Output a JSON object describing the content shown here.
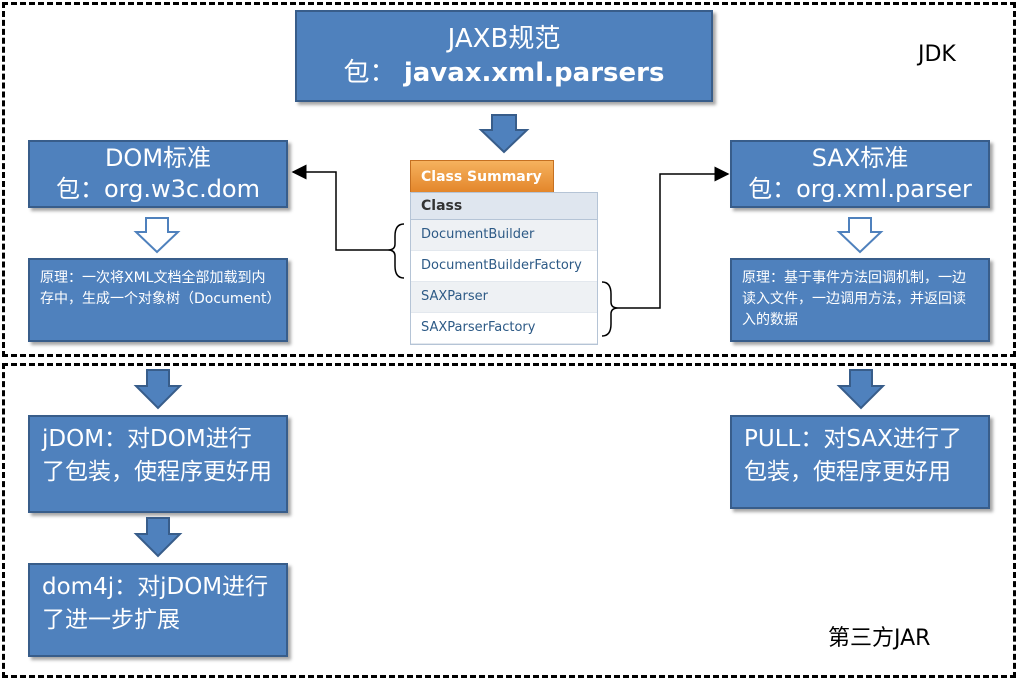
{
  "regions": {
    "jdk_label": "JDK",
    "third_party_label": "第三方JAR"
  },
  "jaxb": {
    "line1": "JAXB规范",
    "line2_prefix": "包：",
    "line2_pkg": "javax.xml.parsers"
  },
  "dom": {
    "line1": "DOM标准",
    "line2": "包：org.w3c.dom",
    "principle": "原理：一次将XML文档全部加载到内存中，生成一个对象树（Document）"
  },
  "sax": {
    "line1": "SAX标准",
    "line2": "包：org.xml.parser",
    "principle": "原理：基于事件方法回调机制，一边读入文件，一边调用方法，并返回读入的数据"
  },
  "class_summary": {
    "tab": "Class Summary",
    "header": "Class",
    "rows": [
      "DocumentBuilder",
      "DocumentBuilderFactory",
      "SAXParser",
      "SAXParserFactory"
    ]
  },
  "jdom": {
    "text": "jDOM：对DOM进行了包装，使程序更好用"
  },
  "dom4j": {
    "text": "dom4j：对jDOM进行了进一步扩展"
  },
  "pull": {
    "text": "PULL：对SAX进行了包装，使程序更好用"
  },
  "colors": {
    "box_fill": "#4f81bd",
    "box_border": "#385d8a",
    "tab_orange": "#e3862b"
  }
}
